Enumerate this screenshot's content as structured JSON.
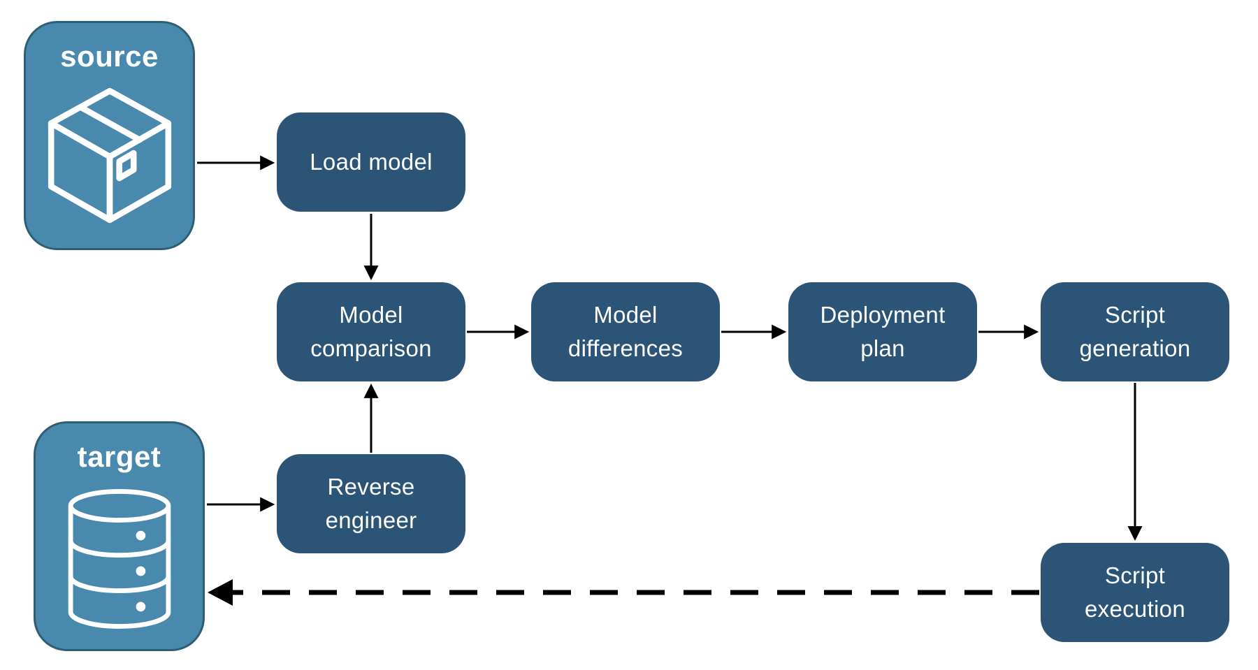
{
  "diagram": {
    "background_color": "#ffffff",
    "colors": {
      "node_fill": "#2b5476",
      "endpoint_fill": "#4889ad",
      "endpoint_border": "#2e5e74",
      "label_text": "#ffffff",
      "arrow": "#000000"
    },
    "endpoints": [
      {
        "id": "source",
        "label": "source",
        "icon": "package-icon"
      },
      {
        "id": "target",
        "label": "target",
        "icon": "database-icon"
      }
    ],
    "nodes": [
      {
        "id": "load-model",
        "label": "Load model"
      },
      {
        "id": "model-comparison",
        "label": "Model comparison"
      },
      {
        "id": "model-differences",
        "label": "Model differences"
      },
      {
        "id": "deployment-plan",
        "label": "Deployment plan"
      },
      {
        "id": "script-generation",
        "label": "Script generation"
      },
      {
        "id": "script-execution",
        "label": "Script execution"
      },
      {
        "id": "reverse-engineer",
        "label": "Reverse engineer"
      }
    ],
    "edges": [
      {
        "from": "source",
        "to": "load-model",
        "style": "solid"
      },
      {
        "from": "load-model",
        "to": "model-comparison",
        "style": "solid"
      },
      {
        "from": "model-comparison",
        "to": "model-differences",
        "style": "solid"
      },
      {
        "from": "model-differences",
        "to": "deployment-plan",
        "style": "solid"
      },
      {
        "from": "deployment-plan",
        "to": "script-generation",
        "style": "solid"
      },
      {
        "from": "script-generation",
        "to": "script-execution",
        "style": "solid"
      },
      {
        "from": "target",
        "to": "reverse-engineer",
        "style": "solid"
      },
      {
        "from": "reverse-engineer",
        "to": "model-comparison",
        "style": "solid"
      },
      {
        "from": "script-execution",
        "to": "target",
        "style": "dashed"
      }
    ]
  }
}
